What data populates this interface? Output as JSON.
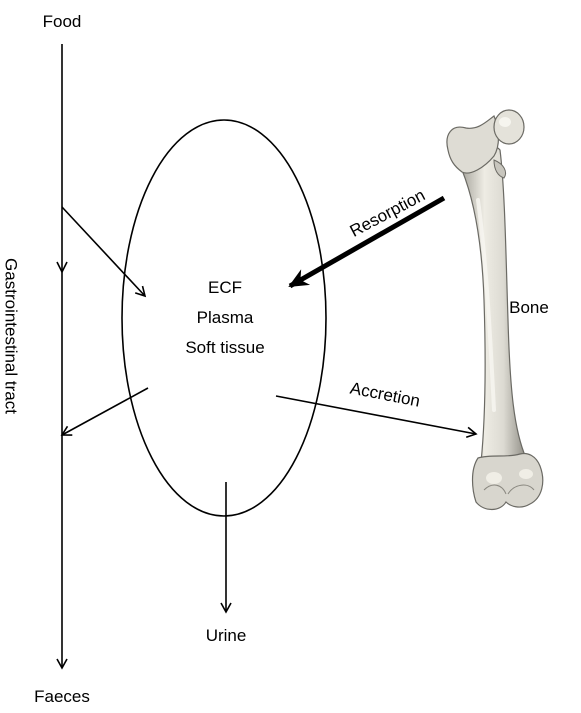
{
  "labels": {
    "food": "Food",
    "faeces": "Faeces",
    "gi_tract": "Gastrointestinal tract",
    "ecf": "ECF",
    "plasma": "Plasma",
    "soft_tissue": "Soft tissue",
    "resorption": "Resorption",
    "accretion": "Accretion",
    "bone": "Bone",
    "urine": "Urine"
  },
  "icons": {
    "bone": "femur-bone-icon"
  },
  "colors": {
    "line": "#000000",
    "bone_fill": "#e8e6de",
    "bone_shadow": "#9a9890",
    "bone_outline": "#6b6a64"
  }
}
